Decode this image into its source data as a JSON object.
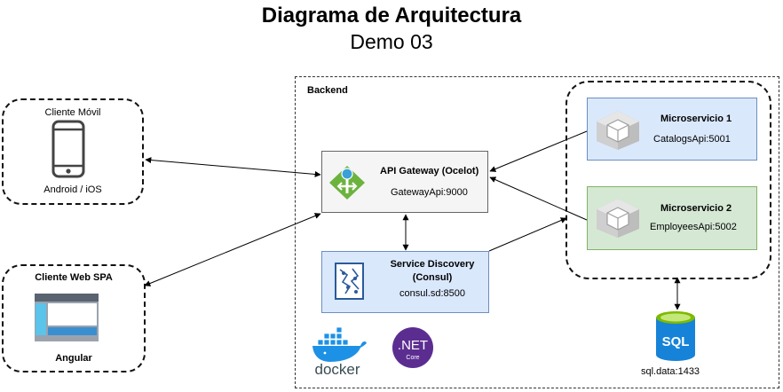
{
  "title": "Diagrama de Arquitectura",
  "subtitle": "Demo 03",
  "backend_label": "Backend",
  "mobile_client": {
    "title": "Cliente Móvil",
    "caption": "Android / iOS"
  },
  "web_client": {
    "title": "Cliente Web SPA",
    "caption": "Angular"
  },
  "gateway": {
    "name": "API Gateway (Ocelot)",
    "host": "GatewayApi:9000"
  },
  "discovery": {
    "name_line1": "Service Discovery",
    "name_line2": "(Consul)",
    "host": "consul.sd:8500"
  },
  "microservice1": {
    "name": "Microservicio 1",
    "host": "CatalogsApi:5001"
  },
  "microservice2": {
    "name": "Microservicio 2",
    "host": "EmployeesApi:5002"
  },
  "database": {
    "icon_text": "SQL",
    "host": "sql.data:1433"
  },
  "logos": {
    "docker": "docker",
    "dotnet_line1": ".NET",
    "dotnet_line2": "Core"
  },
  "colors": {
    "gateway_fill": "#f5f5f5",
    "gateway_border": "#666666",
    "discovery_fill": "#dae8fc",
    "discovery_border": "#6c8ebf",
    "ms1_fill": "#dae8fc",
    "ms1_border": "#6c8ebf",
    "ms2_fill": "#d5e8d4",
    "ms2_border": "#82b366",
    "docker_blue": "#1d91e5",
    "dotnet_purple": "#5c2d91",
    "sql_blue": "#1683d8"
  }
}
